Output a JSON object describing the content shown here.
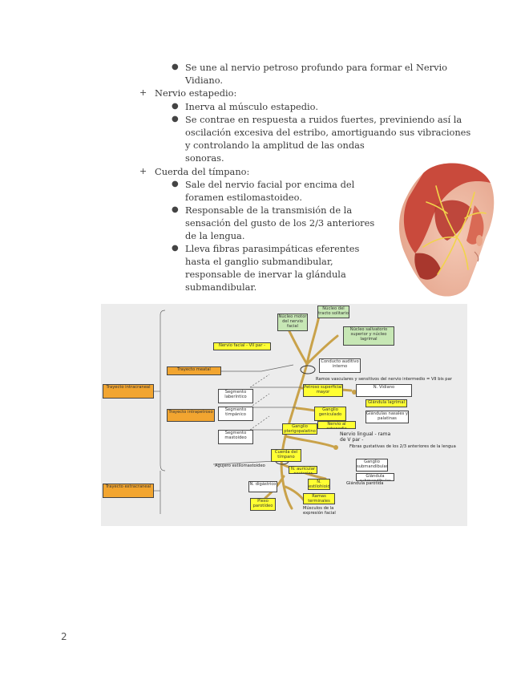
{
  "lines": {
    "l1": "Se une al nervio petroso profundo para formar el Nervio",
    "l2": "Vidiano.",
    "l3": "Nervio estapedio:",
    "l4": "Inerva al músculo estapedio.",
    "l5": "Se contrae en respuesta a ruidos fuertes, previniendo así la",
    "l6": "oscilación excesiva del estribo, amortiguando sus vibraciones",
    "l7": "y controlando la amplitud de las ondas",
    "l8": "sonoras.",
    "l9": "Cuerda del tímpano:",
    "l10": "Sale del nervio facial por encima del",
    "l11": "foramen estilomastoideo.",
    "l12": "Responsable de la transmisión de la",
    "l13": "sensación del gusto de los 2/3 anteriores",
    "l14": "de la lengua.",
    "l15": "Lleva fibras parasimpáticas eferentes",
    "l16": "hasta el ganglio submandibular,",
    "l17": "responsable de inervar la glándula",
    "l18": "submandibular."
  },
  "markers": {
    "bullet": "●",
    "plus": "+"
  },
  "diagram": {
    "nucleo_motor": "Núcleo motor del nervio facial",
    "nucleo_tracto": "Núcleo del tracto solitario",
    "nucleo_salivatorio": "Núcleo salivatorio superior y núcleo lagrimal",
    "nervio_facial": "Nervio facial - VII par -",
    "trayecto_meatal": "Trayecto meatal",
    "trayecto_intracraneal": "Trayecto intracraneal",
    "trayecto_intrapetroso": "Trayecto intrapetroso",
    "trayecto_extracraneal": "Trayecto extracraneal",
    "segmento_laberintico": "Segmento laberíntico",
    "segmento_timpanico": "Segmento timpánico",
    "segmento_mastoideo": "Segmento mastoideo",
    "conducto_auditivo": "Conducto auditivo interno",
    "ramos_vasculares": "Ramos vasculares y sensitivos del nervio intermedio = VII bis par",
    "petroso_mayor": "Petroso superficial mayor",
    "n_vidiano": "N. Vidiano",
    "glandula_lagrimal": "Glándula lagrimal",
    "ganglio_pterigopalatino": "Ganglio pterigopalatino",
    "ganglio_geniculado": "Ganglio geniculado",
    "glandulas_nasales": "Glándulas nasales y palatinas",
    "nervio_estapedio": "Nervio al estapedio",
    "nervio_lingual": "Nervio lingual - rama de V par -",
    "fibras_gustativas": "Fibras gustativas de los 2/3 anteriores de la lengua",
    "cuerda_timpano": "Cuerda del tímpano",
    "ganglio_submandibular": "Ganglio submandibular",
    "gland_submandibular": "Glándula submandibular",
    "agujero_estilomastoideo": "Agujero estilomastoideo",
    "n_auricular": "N. auricular posterior",
    "n_digastrico": "N. digástrico",
    "n_estilohioideo": "N. estilohioideo",
    "ramas_terminales": "Ramas terminales",
    "glandula_parotida": "Glándula parótida",
    "plexo_parotideo": "Plexo parotídeo",
    "musculos_expresion": "Músculos de la expresión facial"
  },
  "page_number": "2"
}
